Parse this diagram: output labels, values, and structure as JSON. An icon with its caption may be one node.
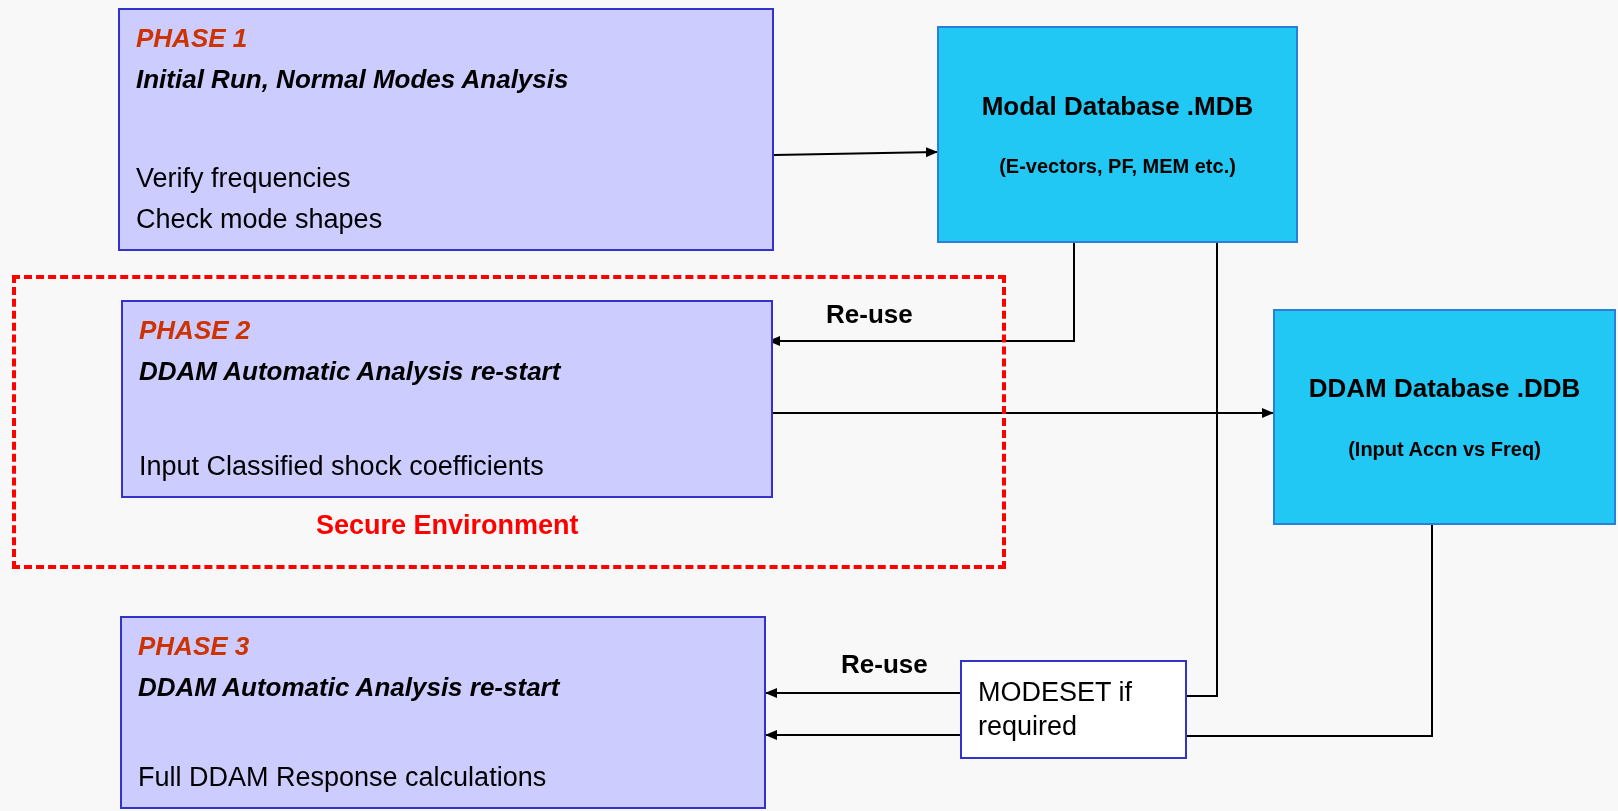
{
  "diagram": {
    "nodes": [
      {
        "text": [
          "PHASE 1",
          "Initial Run, Normal Modes Analysis",
          "Verify frequencies",
          "Check mode shapes"
        ]
      },
      {
        "text": [
          "Modal Database .MDB",
          "(E-vectors, PF, MEM etc.)"
        ]
      },
      {
        "text": [
          "Secure Environment"
        ]
      },
      {
        "text": [
          "PHASE 2",
          "DDAM Automatic Analysis re-start",
          "Input Classified shock coefficients"
        ],
        "in": 2
      },
      {
        "text": [
          "DDAM Database .DDB",
          "(Input Accn vs Freq)"
        ]
      },
      {
        "text": [
          "PHASE 3",
          "DDAM Automatic Analysis re-start",
          "Full DDAM Response calculations"
        ]
      },
      {
        "text": [
          "MODESET if required"
        ]
      }
    ],
    "edges": [
      {
        "from": 0,
        "to": 1,
        "arrow": "to"
      },
      {
        "from": 1,
        "to": 3,
        "arrow": "to",
        "label": "Re-use"
      },
      {
        "from": 3,
        "to": 4,
        "arrow": "to"
      },
      {
        "from": 1,
        "to": 6,
        "arrow": "none"
      },
      {
        "from": 6,
        "to": 5,
        "arrow": "to",
        "label": "Re-use"
      },
      {
        "from": 4,
        "to": 6,
        "arrow": "none"
      },
      {
        "from": 6,
        "to": 5,
        "arrow": "to"
      }
    ]
  }
}
